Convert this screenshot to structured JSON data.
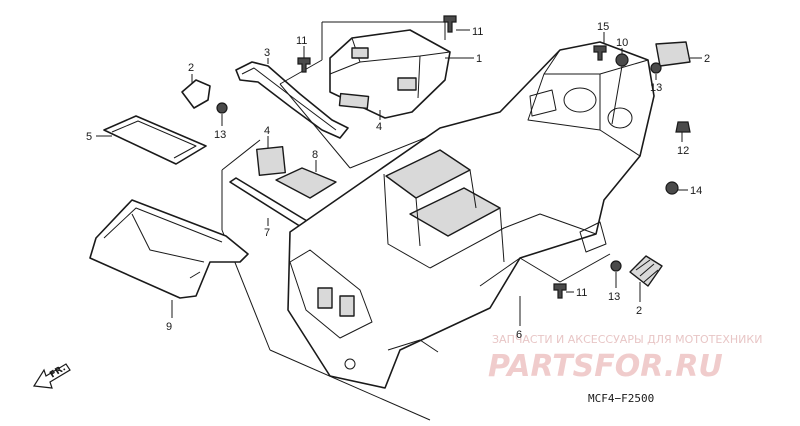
{
  "diagram": {
    "callouts": [
      {
        "id": "c11a",
        "text": "11"
      },
      {
        "id": "c1",
        "text": "1"
      },
      {
        "id": "c3",
        "text": "3"
      },
      {
        "id": "c11b",
        "text": "11"
      },
      {
        "id": "c2a",
        "text": "2"
      },
      {
        "id": "c13a",
        "text": "13"
      },
      {
        "id": "c5",
        "text": "5"
      },
      {
        "id": "c4a",
        "text": "4"
      },
      {
        "id": "c4b",
        "text": "4"
      },
      {
        "id": "c8",
        "text": "8"
      },
      {
        "id": "c7",
        "text": "7"
      },
      {
        "id": "c9",
        "text": "9"
      },
      {
        "id": "c15",
        "text": "15"
      },
      {
        "id": "c10",
        "text": "10"
      },
      {
        "id": "c2b",
        "text": "2"
      },
      {
        "id": "c13b",
        "text": "13"
      },
      {
        "id": "c12",
        "text": "12"
      },
      {
        "id": "c14",
        "text": "14"
      },
      {
        "id": "c11c",
        "text": "11"
      },
      {
        "id": "c13c",
        "text": "13"
      },
      {
        "id": "c2c",
        "text": "2"
      },
      {
        "id": "c6",
        "text": "6"
      }
    ],
    "direction_label": "FR.",
    "diagram_code": "MCF4−F2500"
  },
  "watermark": {
    "tagline": "ЗАПЧАСТИ И АКСЕССУАРЫ ДЛЯ МОТОТЕХНИКИ",
    "brand": "PARTSFOR.RU",
    "color": "#e8b4b4"
  }
}
